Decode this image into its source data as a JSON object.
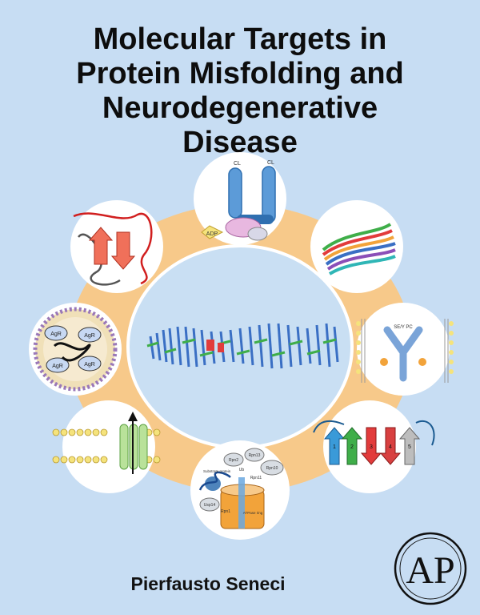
{
  "book": {
    "title_lines": [
      "Molecular Targets in",
      "Protein Misfolding and",
      "Neurodegenerative",
      "Disease"
    ],
    "author": "Pierfausto Seneci",
    "publisher_logo": "AP"
  },
  "illustrations": {
    "proteasome_labels": [
      "Substrate protein",
      "Usp14",
      "Rpn1",
      "Rpn13",
      "Rpn2",
      "Rpn10",
      "Rpn11",
      "Ub",
      "ATPase ring"
    ],
    "chaperone_labels": [
      "ADP",
      "CL",
      "CL"
    ],
    "liposome_labels": [
      "AgR",
      "AgR",
      "AgR",
      "AgR"
    ],
    "antibody_labels": [
      "SE/Y PC"
    ],
    "sheet_strand_labels": [
      "1",
      "2",
      "3",
      "4",
      "5"
    ]
  },
  "colors": {
    "background": "#c7ddf3",
    "ring": "#f7c98a",
    "title": "#0d0d0d"
  }
}
